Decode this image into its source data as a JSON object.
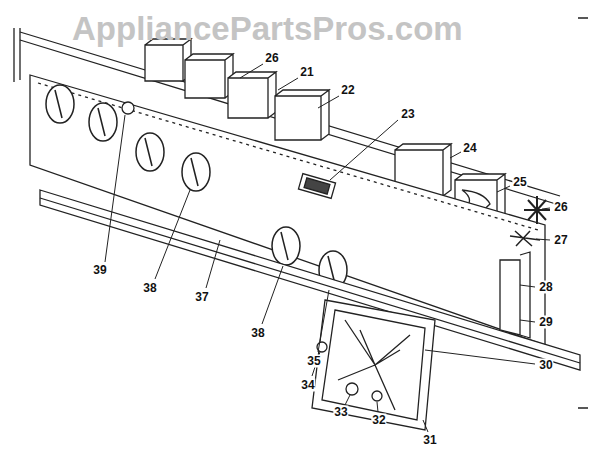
{
  "diagram": {
    "labels": [
      "AppliancePartsPros.com",
      "26",
      "21",
      "22",
      "23",
      "24",
      "25",
      "26",
      "27",
      "28",
      "29",
      "30",
      "31",
      "32",
      "33",
      "34",
      "35",
      "38",
      "37",
      "38",
      "39"
    ]
  }
}
